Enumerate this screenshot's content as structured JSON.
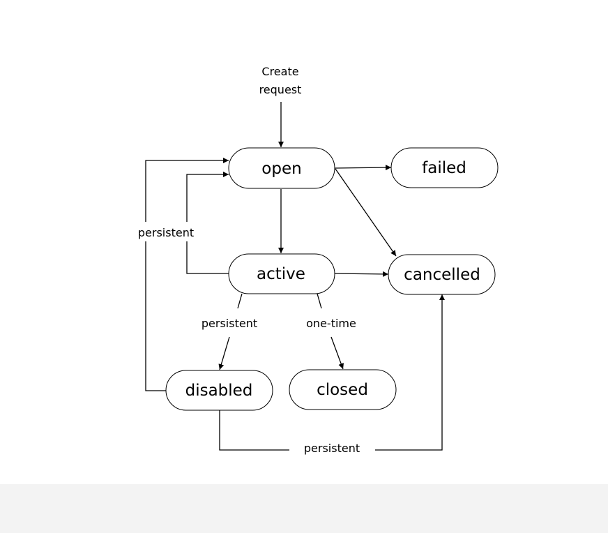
{
  "start_label": [
    "Create",
    "request"
  ],
  "states": {
    "open": "open",
    "failed": "failed",
    "active": "active",
    "cancelled": "cancelled",
    "disabled": "disabled",
    "closed": "closed"
  },
  "transitions": {
    "open_to_active_from_disabled": "persistent",
    "active_to_disabled": "persistent",
    "active_to_closed": "one-time",
    "disabled_to_cancelled": "persistent"
  },
  "colors": {
    "stroke": "#000000",
    "node_fill": "#ffffff",
    "page_background": "#ffffff",
    "bottom_band": "#f3f3f3"
  }
}
